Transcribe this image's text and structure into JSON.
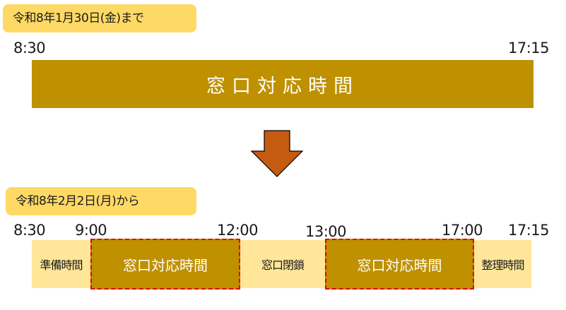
{
  "colors": {
    "badge": "#FFD966",
    "active_block": "#BF9000",
    "inactive_strip": "#FFE699",
    "highlight_border": "#E60000",
    "arrow": "#C55A11"
  },
  "before": {
    "badge": "令和8年1月30日(金)まで",
    "times": {
      "start": "8:30",
      "end": "17:15"
    },
    "bar_label": "窓口対応時間"
  },
  "arrow": {
    "icon": "down-arrow-icon"
  },
  "after": {
    "badge": "令和8年2月2日(月)から",
    "times": [
      "8:30",
      "9:00",
      "12:00",
      "13:00",
      "17:00",
      "17:15"
    ],
    "segments": [
      {
        "label": "準備時間",
        "type": "inactive"
      },
      {
        "label": "窓口対応時間",
        "type": "active"
      },
      {
        "label": "窓口閉鎖",
        "type": "inactive"
      },
      {
        "label": "窓口対応時間",
        "type": "active"
      },
      {
        "label": "整理時間",
        "type": "inactive"
      }
    ]
  }
}
